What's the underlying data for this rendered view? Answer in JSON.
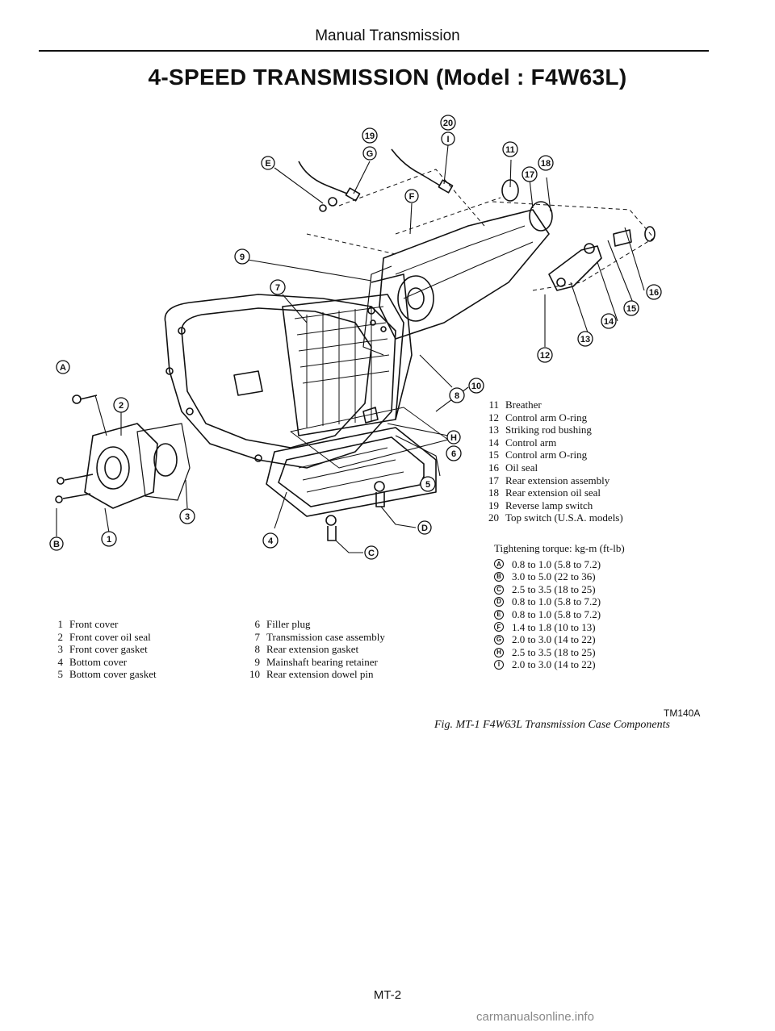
{
  "header": "Manual Transmission",
  "title": "4-SPEED TRANSMISSION (Model : F4W63L)",
  "callouts": {
    "n1": "1",
    "n2": "2",
    "n3": "3",
    "n4": "4",
    "n5": "5",
    "n6": "6",
    "n7": "7",
    "n8": "8",
    "n9": "9",
    "n10": "10",
    "n11": "11",
    "n12": "12",
    "n13": "13",
    "n14": "14",
    "n15": "15",
    "n16": "16",
    "n17": "17",
    "n18": "18",
    "n19": "19",
    "n20": "20",
    "lA": "A",
    "lB": "B",
    "lC": "C",
    "lD": "D",
    "lE": "E",
    "lF": "F",
    "lG": "G",
    "lH": "H",
    "lI": "I"
  },
  "parts_left": [
    {
      "num": "1",
      "name": "Front cover"
    },
    {
      "num": "2",
      "name": "Front cover oil seal"
    },
    {
      "num": "3",
      "name": "Front cover gasket"
    },
    {
      "num": "4",
      "name": "Bottom cover"
    },
    {
      "num": "5",
      "name": "Bottom cover gasket"
    }
  ],
  "parts_mid": [
    {
      "num": "6",
      "name": "Filler plug"
    },
    {
      "num": "7",
      "name": "Transmission case assembly"
    },
    {
      "num": "8",
      "name": "Rear extension gasket"
    },
    {
      "num": "9",
      "name": "Mainshaft bearing retainer"
    },
    {
      "num": "10",
      "name": "Rear extension dowel pin"
    }
  ],
  "parts_right": [
    {
      "num": "11",
      "name": "Breather"
    },
    {
      "num": "12",
      "name": "Control arm O-ring"
    },
    {
      "num": "13",
      "name": "Striking rod bushing"
    },
    {
      "num": "14",
      "name": "Control arm"
    },
    {
      "num": "15",
      "name": "Control arm O-ring"
    },
    {
      "num": "16",
      "name": "Oil seal"
    },
    {
      "num": "17",
      "name": "Rear extension assembly"
    },
    {
      "num": "18",
      "name": "Rear extension oil seal"
    },
    {
      "num": "19",
      "name": "Reverse lamp switch"
    },
    {
      "num": "20",
      "name": "Top switch (U.S.A. models)"
    }
  ],
  "torque": {
    "heading": "Tightening torque: kg-m (ft-lb)",
    "rows": [
      {
        "letter": "A",
        "value": "0.8 to 1.0 (5.8 to 7.2)"
      },
      {
        "letter": "B",
        "value": "3.0 to 5.0 (22 to 36)"
      },
      {
        "letter": "C",
        "value": "2.5 to 3.5 (18 to 25)"
      },
      {
        "letter": "D",
        "value": "0.8 to 1.0 (5.8 to 7.2)"
      },
      {
        "letter": "E",
        "value": "0.8 to 1.0 (5.8 to 7.2)"
      },
      {
        "letter": "F",
        "value": "1.4 to 1.8 (10 to 13)"
      },
      {
        "letter": "G",
        "value": "2.0 to 3.0 (14 to 22)"
      },
      {
        "letter": "H",
        "value": "2.5 to 3.5 (18 to 25)"
      },
      {
        "letter": "I",
        "value": "2.0 to 3.0 (14 to 22)"
      }
    ]
  },
  "code": "TM140A",
  "caption": "Fig. MT-1  F4W63L Transmission Case Components",
  "page_number": "MT-2",
  "watermark": "carmanualsonline.info"
}
